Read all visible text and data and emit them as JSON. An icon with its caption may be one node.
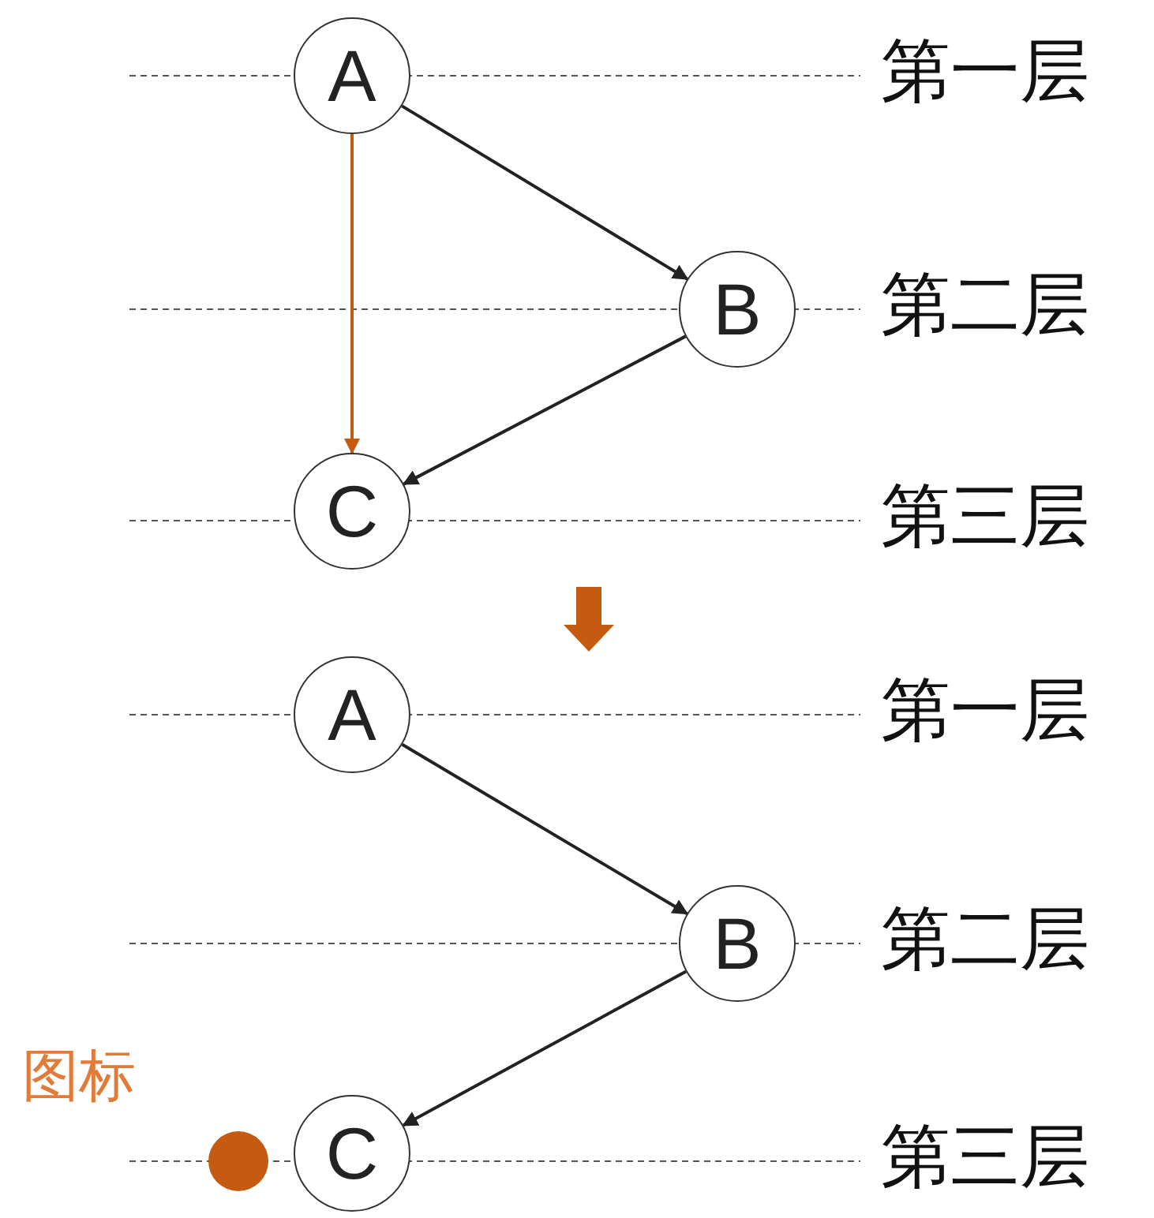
{
  "diagram": {
    "nodes": [
      {
        "text": [
          "A"
        ]
      },
      {
        "text": [
          "B"
        ]
      },
      {
        "text": [
          "C"
        ]
      },
      {
        "text": [
          "A"
        ]
      },
      {
        "text": [
          "B"
        ]
      },
      {
        "text": [
          "C"
        ]
      },
      {
        "text": [
          "图标"
        ]
      }
    ],
    "edges": [
      {
        "from": 0,
        "to": 1,
        "arrow": "to"
      },
      {
        "from": 0,
        "to": 2,
        "arrow": "to",
        "color": "#c55a11"
      },
      {
        "from": 1,
        "to": 2,
        "arrow": "to"
      },
      {
        "from": 3,
        "to": 4,
        "arrow": "to"
      },
      {
        "from": 4,
        "to": 5,
        "arrow": "to"
      }
    ],
    "labels": [
      "第一层",
      "第二层",
      "第三层",
      "第一层",
      "第二层",
      "第三层"
    ]
  }
}
